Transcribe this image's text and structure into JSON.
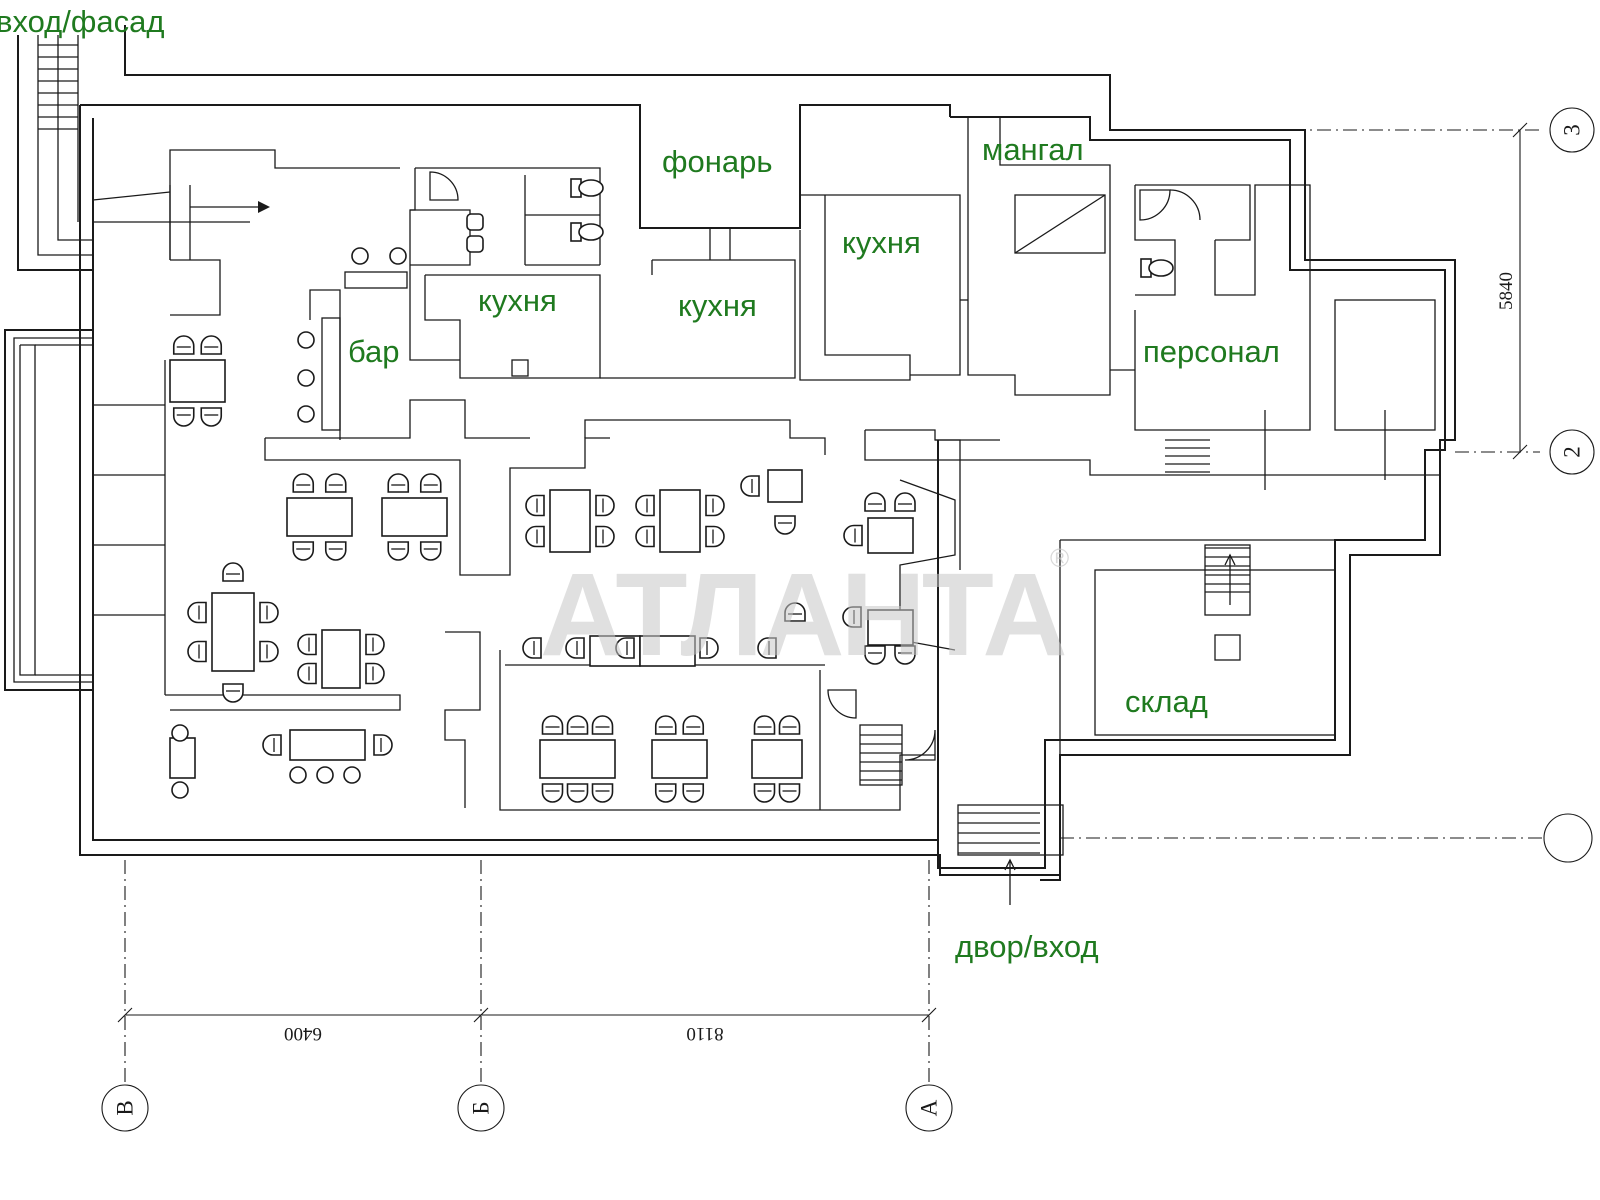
{
  "rooms": {
    "entrance_facade": "вход/фасад",
    "lantern": "фонарь",
    "grill": "мангал",
    "kitchen_1": "кухня",
    "kitchen_2": "кухня",
    "kitchen_3": "кухня",
    "bar": "бар",
    "staff": "персонал",
    "storage": "склад",
    "yard_entrance": "двор/вход"
  },
  "dimensions": {
    "span_vb": "6400",
    "span_ba": "8110",
    "span_23": "5840"
  },
  "axes": {
    "v": "В",
    "b": "Б",
    "a": "А",
    "n3": "3",
    "n2": "2",
    "n1": ""
  },
  "watermark": {
    "text": "АТЛАНТА",
    "mark": "®"
  }
}
